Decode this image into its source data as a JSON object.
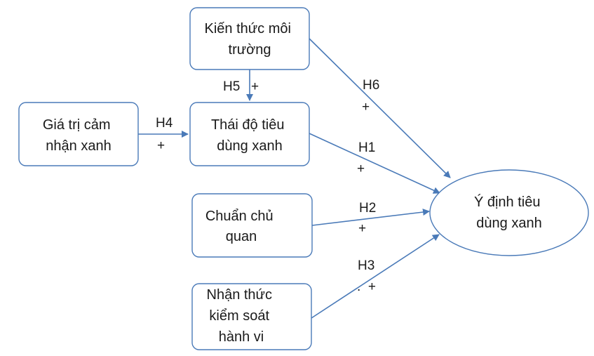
{
  "nodes": {
    "environmental_knowledge": {
      "lines": [
        "Kiến thức môi",
        "trường"
      ]
    },
    "perceived_green_value": {
      "lines": [
        "Giá trị cảm",
        "nhận xanh"
      ]
    },
    "green_consumption_attitude": {
      "lines": [
        "Thái độ tiêu",
        "dùng xanh"
      ]
    },
    "subjective_norm": {
      "lines": [
        "Chuẩn chủ",
        "quan"
      ]
    },
    "perceived_behavioral_control": {
      "lines": [
        "Nhận thức",
        "kiểm soát",
        "hành vi"
      ]
    },
    "green_consumption_intention": {
      "lines": [
        "Ý định tiêu",
        "dùng xanh"
      ]
    }
  },
  "edges": {
    "h1": {
      "label": "H1",
      "sign": "+"
    },
    "h2": {
      "label": "H2",
      "sign": "+"
    },
    "h3": {
      "label": "H3",
      "sign": ".  +"
    },
    "h4": {
      "label": "H4",
      "sign": "+"
    },
    "h5": {
      "label": "H5",
      "sign": "+"
    },
    "h6": {
      "label": "H6",
      "sign": "+"
    }
  },
  "colors": {
    "stroke": "#4a7ab8",
    "text": "#1a1a1a"
  }
}
